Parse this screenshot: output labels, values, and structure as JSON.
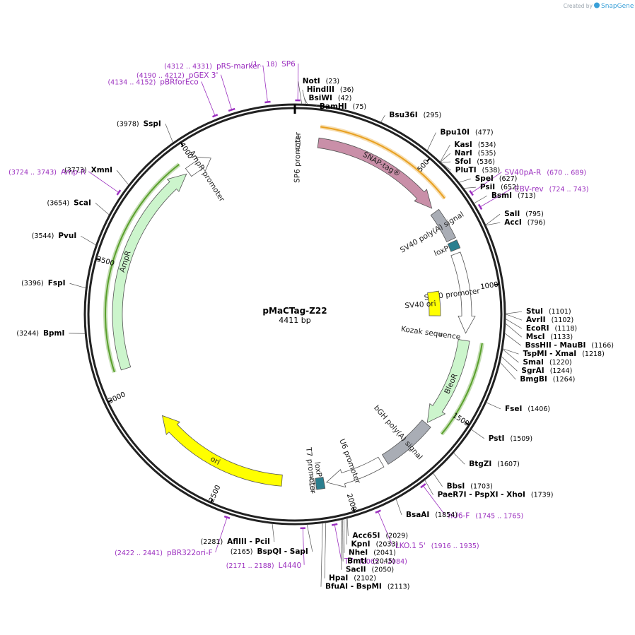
{
  "credit": {
    "prefix": "Created by",
    "brand": "SnapGene"
  },
  "plasmid": {
    "name": "pMaCTag-Z22",
    "length_label": "4411 bp",
    "length": 4411
  },
  "ticks": [
    {
      "pos": 500,
      "label": "500"
    },
    {
      "pos": 1000,
      "label": "1000"
    },
    {
      "pos": 1500,
      "label": "1500"
    },
    {
      "pos": 2000,
      "label": "2000"
    },
    {
      "pos": 2500,
      "label": "2500"
    },
    {
      "pos": 3000,
      "label": "3000"
    },
    {
      "pos": 3500,
      "label": "3500"
    },
    {
      "pos": 4000,
      "label": "4000"
    }
  ],
  "sites": [
    {
      "name": "NotI",
      "pos_label": "(23)",
      "pos": 23,
      "side": "right"
    },
    {
      "name": "HindIII",
      "pos_label": "(36)",
      "pos": 36,
      "side": "right"
    },
    {
      "name": "BsiWI",
      "pos_label": "(42)",
      "pos": 42,
      "side": "right"
    },
    {
      "name": "BamHI",
      "pos_label": "(75)",
      "pos": 75,
      "side": "right"
    },
    {
      "name": "Bsu36I",
      "pos_label": "(295)",
      "pos": 295,
      "side": "right"
    },
    {
      "name": "Bpu10I",
      "pos_label": "(477)",
      "pos": 477,
      "side": "right"
    },
    {
      "name": "KasI",
      "pos_label": "(534)",
      "pos": 534,
      "side": "right"
    },
    {
      "name": "NarI",
      "pos_label": "(535)",
      "pos": 535,
      "side": "right"
    },
    {
      "name": "SfoI",
      "pos_label": "(536)",
      "pos": 536,
      "side": "right"
    },
    {
      "name": "PluTI",
      "pos_label": "(538)",
      "pos": 538,
      "side": "right"
    },
    {
      "name": "SpeI",
      "pos_label": "(627)",
      "pos": 627,
      "side": "right"
    },
    {
      "name": "PsiI",
      "pos_label": "(652)",
      "pos": 652,
      "side": "right"
    },
    {
      "name": "BsmI",
      "pos_label": "(713)",
      "pos": 713,
      "side": "right"
    },
    {
      "name": "SalI",
      "pos_label": "(795)",
      "pos": 795,
      "side": "right"
    },
    {
      "name": "AccI",
      "pos_label": "(796)",
      "pos": 796,
      "side": "right"
    },
    {
      "name": "StuI",
      "pos_label": "(1101)",
      "pos": 1101,
      "side": "right"
    },
    {
      "name": "AvrII",
      "pos_label": "(1102)",
      "pos": 1102,
      "side": "right"
    },
    {
      "name": "EcoRI",
      "pos_label": "(1118)",
      "pos": 1118,
      "side": "right"
    },
    {
      "name": "MscI",
      "pos_label": "(1133)",
      "pos": 1133,
      "side": "right"
    },
    {
      "name": "BssHII - MauBI",
      "pos_label": "(1166)",
      "pos": 1166,
      "side": "right"
    },
    {
      "name": "TspMI - XmaI",
      "pos_label": "(1218)",
      "pos": 1218,
      "side": "right"
    },
    {
      "name": "SmaI",
      "pos_label": "(1220)",
      "pos": 1220,
      "side": "right"
    },
    {
      "name": "SgrAI",
      "pos_label": "(1244)",
      "pos": 1244,
      "side": "right"
    },
    {
      "name": "BmgBI",
      "pos_label": "(1264)",
      "pos": 1264,
      "side": "right"
    },
    {
      "name": "FseI",
      "pos_label": "(1406)",
      "pos": 1406,
      "side": "right"
    },
    {
      "name": "PstI",
      "pos_label": "(1509)",
      "pos": 1509,
      "side": "right"
    },
    {
      "name": "BtgZI",
      "pos_label": "(1607)",
      "pos": 1607,
      "side": "right"
    },
    {
      "name": "BbsI",
      "pos_label": "(1703)",
      "pos": 1703,
      "side": "right"
    },
    {
      "name": "PaeR7I - PspXI - XhoI",
      "pos_label": "(1739)",
      "pos": 1739,
      "side": "right"
    },
    {
      "name": "BsaAI",
      "pos_label": "(1854)",
      "pos": 1854,
      "side": "right"
    },
    {
      "name": "Acc65I",
      "pos_label": "(2029)",
      "pos": 2029,
      "side": "right"
    },
    {
      "name": "KpnI",
      "pos_label": "(2033)",
      "pos": 2033,
      "side": "right"
    },
    {
      "name": "NheI",
      "pos_label": "(2041)",
      "pos": 2041,
      "side": "right"
    },
    {
      "name": "BmtI",
      "pos_label": "(2045)",
      "pos": 2045,
      "side": "right"
    },
    {
      "name": "SacII",
      "pos_label": "(2050)",
      "pos": 2050,
      "side": "right"
    },
    {
      "name": "HpaI",
      "pos_label": "(2102)",
      "pos": 2102,
      "side": "right"
    },
    {
      "name": "BfuAI - BspMI",
      "pos_label": "(2113)",
      "pos": 2113,
      "side": "right"
    },
    {
      "name": "BspQI - SapI",
      "pos_label": "(2165)",
      "pos": 2165,
      "side": "left"
    },
    {
      "name": "AflIII - PciI",
      "pos_label": "(2281)",
      "pos": 2281,
      "side": "left"
    },
    {
      "name": "BpmI",
      "pos_label": "(3244)",
      "pos": 3244,
      "side": "left"
    },
    {
      "name": "FspI",
      "pos_label": "(3396)",
      "pos": 3396,
      "side": "left"
    },
    {
      "name": "PvuI",
      "pos_label": "(3544)",
      "pos": 3544,
      "side": "left"
    },
    {
      "name": "ScaI",
      "pos_label": "(3654)",
      "pos": 3654,
      "side": "left"
    },
    {
      "name": "XmnI",
      "pos_label": "(3773)",
      "pos": 3773,
      "side": "left"
    },
    {
      "name": "SspI",
      "pos_label": "(3978)",
      "pos": 3978,
      "side": "left"
    }
  ],
  "primers": [
    {
      "name": "SP6",
      "range_label": "(1 .. 18)",
      "start": 1,
      "end": 18,
      "side": "left"
    },
    {
      "name": "SV40pA-R",
      "range_label": "(670 .. 689)",
      "start": 670,
      "end": 689,
      "side": "right"
    },
    {
      "name": "EBV-rev",
      "range_label": "(724 .. 743)",
      "start": 724,
      "end": 743,
      "side": "right"
    },
    {
      "name": "hU6-F",
      "range_label": "(1745 .. 1765)",
      "start": 1745,
      "end": 1765,
      "side": "right"
    },
    {
      "name": "LKO.1 5'",
      "range_label": "(1916 .. 1935)",
      "start": 1916,
      "end": 1935,
      "side": "right"
    },
    {
      "name": "T7",
      "range_label": "(2065 .. 2084)",
      "start": 2065,
      "end": 2084,
      "side": "right"
    },
    {
      "name": "L4440",
      "range_label": "(2171 .. 2188)",
      "start": 2171,
      "end": 2188,
      "side": "left"
    },
    {
      "name": "pBR322ori-F",
      "range_label": "(2422 .. 2441)",
      "start": 2422,
      "end": 2441,
      "side": "left"
    },
    {
      "name": "Amp-R",
      "range_label": "(3724 .. 3743)",
      "start": 3724,
      "end": 3743,
      "side": "left"
    },
    {
      "name": "pBRforEco",
      "range_label": "(4134 .. 4152)",
      "start": 4134,
      "end": 4152,
      "side": "left"
    },
    {
      "name": "pGEX 3'",
      "range_label": "(4190 .. 4212)",
      "start": 4190,
      "end": 4212,
      "side": "left"
    },
    {
      "name": "pRS-marker",
      "range_label": "(4312 .. 4331)",
      "start": 4312,
      "end": 4331,
      "side": "left"
    }
  ],
  "features": [
    {
      "name": "SP6 promoter",
      "start": 4,
      "end": 22,
      "color": "#ffffff",
      "kind": "promoter"
    },
    {
      "name": "SNAP-tag®",
      "start": 95,
      "end": 640,
      "color": "#c98fa8",
      "kind": "cds"
    },
    {
      "name": "SV40 poly(A) signal",
      "start": 660,
      "end": 790,
      "color": "#a9adb5",
      "kind": "box"
    },
    {
      "name": "loxP",
      "start": 800,
      "end": 834,
      "color": "#2b7f8f",
      "kind": "small"
    },
    {
      "name": "SV40 promoter",
      "start": 850,
      "end": 1180,
      "color": "#ffffff",
      "kind": "promoter"
    },
    {
      "name": "SV40 ori",
      "start": 990,
      "end": 1110,
      "color": "#ffff00",
      "kind": "box"
    },
    {
      "name": "Kozak sequence",
      "start": 1195,
      "end": 1205,
      "color": "#aaaaaa",
      "kind": "box"
    },
    {
      "name": "BleoR",
      "start": 1210,
      "end": 1584,
      "color": "#ccf5cc",
      "kind": "cds"
    },
    {
      "name": "bGH poly(A) signal",
      "start": 1590,
      "end": 1815,
      "color": "#a9adb5",
      "kind": "box"
    },
    {
      "name": "U6 promoter",
      "start": 1835,
      "end": 2075,
      "color": "#ffffff",
      "kind": "promoter"
    },
    {
      "name": "loxP",
      "start": 2085,
      "end": 2119,
      "color": "#2b7f8f",
      "kind": "small"
    },
    {
      "name": "T7 promoter",
      "start": 2125,
      "end": 2145,
      "color": "#ffffff",
      "kind": "promoter"
    },
    {
      "name": "ori",
      "start": 2260,
      "end": 2850,
      "color": "#ffff00",
      "kind": "arrow"
    },
    {
      "name": "AmpR",
      "start": 3090,
      "end": 3950,
      "color": "#ccf5cc",
      "kind": "cds"
    },
    {
      "name": "AmpR promoter",
      "start": 3960,
      "end": 4065,
      "color": "#ffffff",
      "kind": "promoter"
    }
  ],
  "orfs": [
    {
      "start": 95,
      "end": 640,
      "color": "#e8a020"
    },
    {
      "start": 1210,
      "end": 1584,
      "color": "#5aa02c"
    },
    {
      "start": 3090,
      "end": 3950,
      "color": "#5aa02c"
    }
  ]
}
